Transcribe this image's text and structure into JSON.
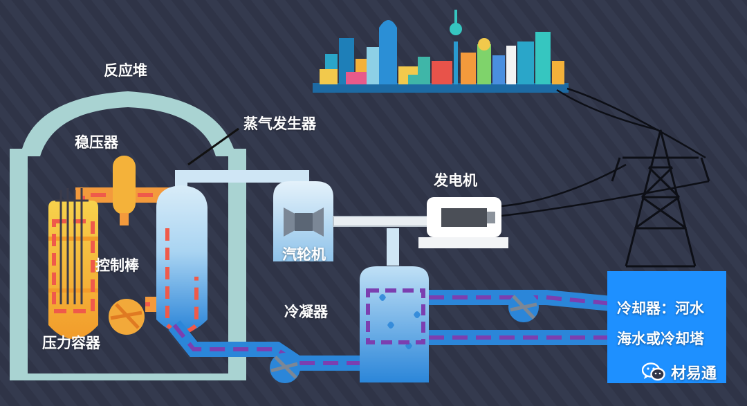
{
  "labels": {
    "reactor": "反应堆",
    "pressurizer": "稳压器",
    "steam_generator": "蒸气发生器",
    "control_rod": "控制棒",
    "pressure_vessel": "压力容器",
    "generator": "发电机",
    "turbine": "汽轮机",
    "condenser": "冷凝器",
    "cooling_line1": "冷却器：河水",
    "cooling_line2": "海水或冷却塔"
  },
  "watermark": {
    "text": "材易通",
    "icon": "wechat-icon"
  },
  "colors": {
    "background": "#2f3447",
    "containment": "#a9d3d2",
    "primary_loop": "#f39a3c",
    "primary_dash": "#ef5a4a",
    "steam": "#cfe6f5",
    "cooling_water": "#2b86d9",
    "cooling_dash": "#7b3fb0",
    "cooling_box": "#1e90ff",
    "generator_body": "#ffffff"
  }
}
